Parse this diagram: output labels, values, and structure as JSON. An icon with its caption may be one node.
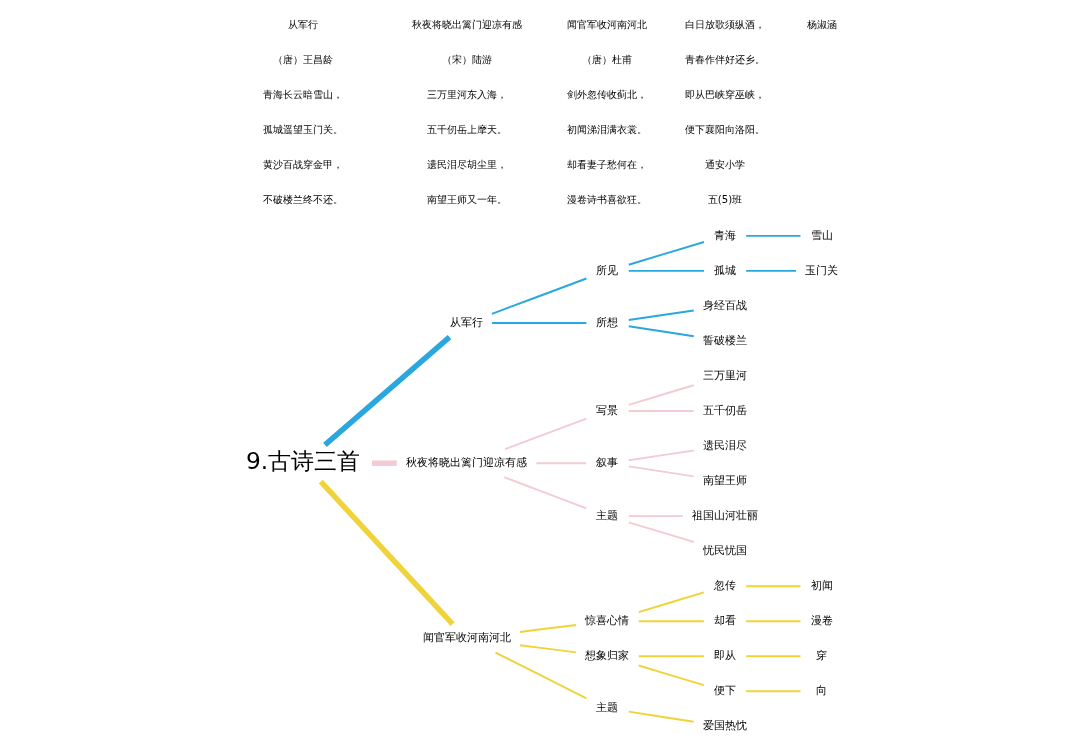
{
  "diagram": {
    "nodes": [
      {
        "text": [
          "9.古诗三首"
        ]
      },
      {
        "text": [
          "从军行"
        ]
      },
      {
        "text": [
          "所见"
        ]
      },
      {
        "text": [
          "青海"
        ]
      },
      {
        "text": [
          "雪山"
        ]
      },
      {
        "text": [
          "孤城"
        ]
      },
      {
        "text": [
          "玉门关"
        ]
      },
      {
        "text": [
          "所想"
        ]
      },
      {
        "text": [
          "身经百战"
        ]
      },
      {
        "text": [
          "誓破楼兰"
        ]
      },
      {
        "text": [
          "秋夜将晓出篱门迎凉有感"
        ]
      },
      {
        "text": [
          "写景"
        ]
      },
      {
        "text": [
          "三万里河"
        ]
      },
      {
        "text": [
          "五千仞岳"
        ]
      },
      {
        "text": [
          "叙事"
        ]
      },
      {
        "text": [
          "遗民泪尽"
        ]
      },
      {
        "text": [
          "南望王师"
        ]
      },
      {
        "text": [
          "主题"
        ]
      },
      {
        "text": [
          "祖国山河壮丽"
        ]
      },
      {
        "text": [
          "忧民忧国"
        ]
      },
      {
        "text": [
          "闻官军收河南河北"
        ]
      },
      {
        "text": [
          "惊喜心情"
        ]
      },
      {
        "text": [
          "忽传"
        ]
      },
      {
        "text": [
          "初闻"
        ]
      },
      {
        "text": [
          "却看"
        ]
      },
      {
        "text": [
          "漫卷"
        ]
      },
      {
        "text": [
          "想象归家"
        ]
      },
      {
        "text": [
          "即从"
        ]
      },
      {
        "text": [
          "穿"
        ]
      },
      {
        "text": [
          "便下"
        ]
      },
      {
        "text": [
          "向"
        ]
      },
      {
        "text": [
          "主题"
        ]
      },
      {
        "text": [
          "爱国热忱"
        ]
      }
    ],
    "edges": [
      {
        "from": 0,
        "to": 1,
        "arrow": "none",
        "style": "thick",
        "color": "#2aa7de"
      },
      {
        "from": 1,
        "to": 2,
        "arrow": "none",
        "color": "#2aa7de"
      },
      {
        "from": 2,
        "to": 3,
        "arrow": "none",
        "color": "#2aa7de"
      },
      {
        "from": 3,
        "to": 4,
        "arrow": "none",
        "color": "#2aa7de"
      },
      {
        "from": 2,
        "to": 5,
        "arrow": "none",
        "color": "#2aa7de"
      },
      {
        "from": 5,
        "to": 6,
        "arrow": "none",
        "color": "#2aa7de"
      },
      {
        "from": 1,
        "to": 7,
        "arrow": "none",
        "color": "#2aa7de"
      },
      {
        "from": 7,
        "to": 8,
        "arrow": "none",
        "color": "#2aa7de"
      },
      {
        "from": 7,
        "to": 9,
        "arrow": "none",
        "color": "#2aa7de"
      },
      {
        "from": 0,
        "to": 10,
        "arrow": "none",
        "style": "thick",
        "color": "#f2ccd2"
      },
      {
        "from": 10,
        "to": 11,
        "arrow": "none",
        "color": "#f2ccd2"
      },
      {
        "from": 11,
        "to": 12,
        "arrow": "none",
        "color": "#f2ccd2"
      },
      {
        "from": 11,
        "to": 13,
        "arrow": "none",
        "color": "#f2ccd2"
      },
      {
        "from": 10,
        "to": 14,
        "arrow": "none",
        "color": "#f2ccd2"
      },
      {
        "from": 14,
        "to": 15,
        "arrow": "none",
        "color": "#f2ccd2"
      },
      {
        "from": 14,
        "to": 16,
        "arrow": "none",
        "color": "#f2ccd2"
      },
      {
        "from": 10,
        "to": 17,
        "arrow": "none",
        "color": "#f2ccd2"
      },
      {
        "from": 17,
        "to": 18,
        "arrow": "none",
        "color": "#f2ccd2"
      },
      {
        "from": 17,
        "to": 19,
        "arrow": "none",
        "color": "#f2ccd2"
      },
      {
        "from": 0,
        "to": 20,
        "arrow": "none",
        "style": "thick"
      },
      {
        "from": 20,
        "to": 21,
        "arrow": "none"
      },
      {
        "from": 21,
        "to": 22,
        "arrow": "none"
      },
      {
        "from": 22,
        "to": 23,
        "arrow": "none"
      },
      {
        "from": 21,
        "to": 24,
        "arrow": "none"
      },
      {
        "from": 24,
        "to": 25,
        "arrow": "none"
      },
      {
        "from": 20,
        "to": 26,
        "arrow": "none"
      },
      {
        "from": 26,
        "to": 27,
        "arrow": "none"
      },
      {
        "from": 27,
        "to": 28,
        "arrow": "none"
      },
      {
        "from": 26,
        "to": 29,
        "arrow": "none"
      },
      {
        "from": 29,
        "to": 30,
        "arrow": "none"
      },
      {
        "from": 20,
        "to": 31,
        "arrow": "none"
      },
      {
        "from": 31,
        "to": 32,
        "arrow": "none"
      }
    ],
    "labels": [
      "从军行",
      "（唐）王昌龄",
      "青海长云暗雪山，",
      "孤城遥望玉门关。",
      "黄沙百战穿金甲，",
      "不破楼兰终不还。",
      "秋夜将晓出篱门迎凉有感",
      "（宋）陆游",
      "三万里河东入海，",
      "五千仞岳上摩天。",
      "遗民泪尽胡尘里，",
      "南望王师又一年。",
      "闻官军收河南河北",
      "（唐）杜甫",
      "剑外忽传收蓟北，",
      "初闻涕泪满衣裳。",
      "却看妻子愁何在，",
      "漫卷诗书喜欲狂。",
      "白日放歌须纵酒，",
      "青春作伴好还乡。",
      "即从巴峡穿巫峡，",
      "便下襄阳向洛阳。",
      "通安小学",
      "五(5)班",
      "杨淑涵"
    ]
  }
}
